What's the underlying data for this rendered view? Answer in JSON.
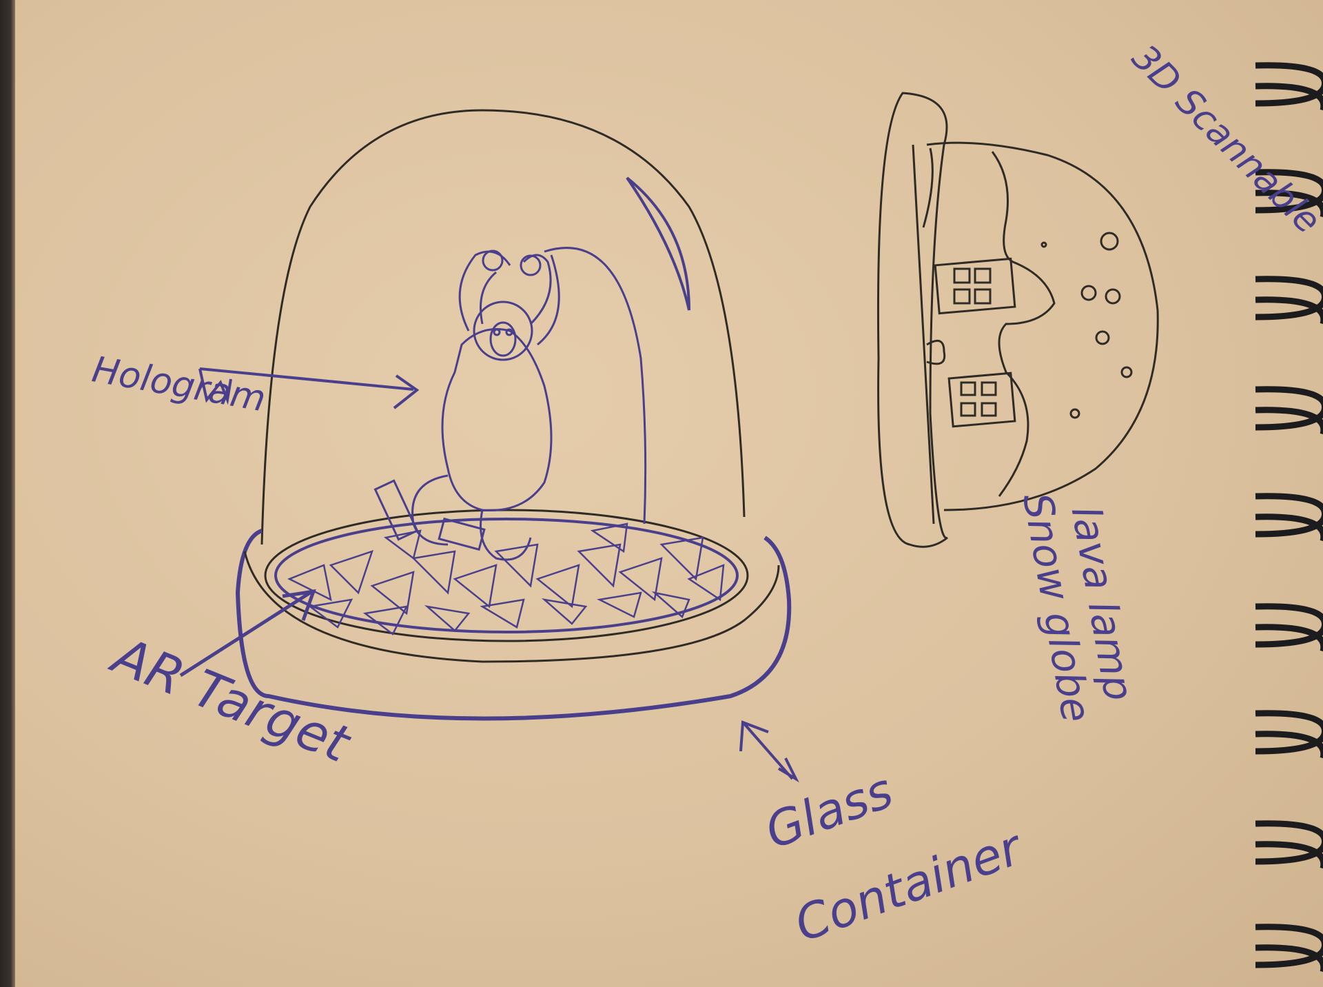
{
  "sketch": {
    "labels": {
      "hologram": "Hologram",
      "ar_target": "AR Target",
      "glass_line1": "Glass",
      "glass_line2": "Container",
      "scannable": "3D Scannable",
      "lava": "lava lamp",
      "snow": "Snow globe"
    },
    "colors": {
      "paper": "#e1c8a7",
      "pencil": "#2f2b26",
      "blue_ink": "#4a3f8c",
      "binding": "#1c1c1e"
    }
  }
}
